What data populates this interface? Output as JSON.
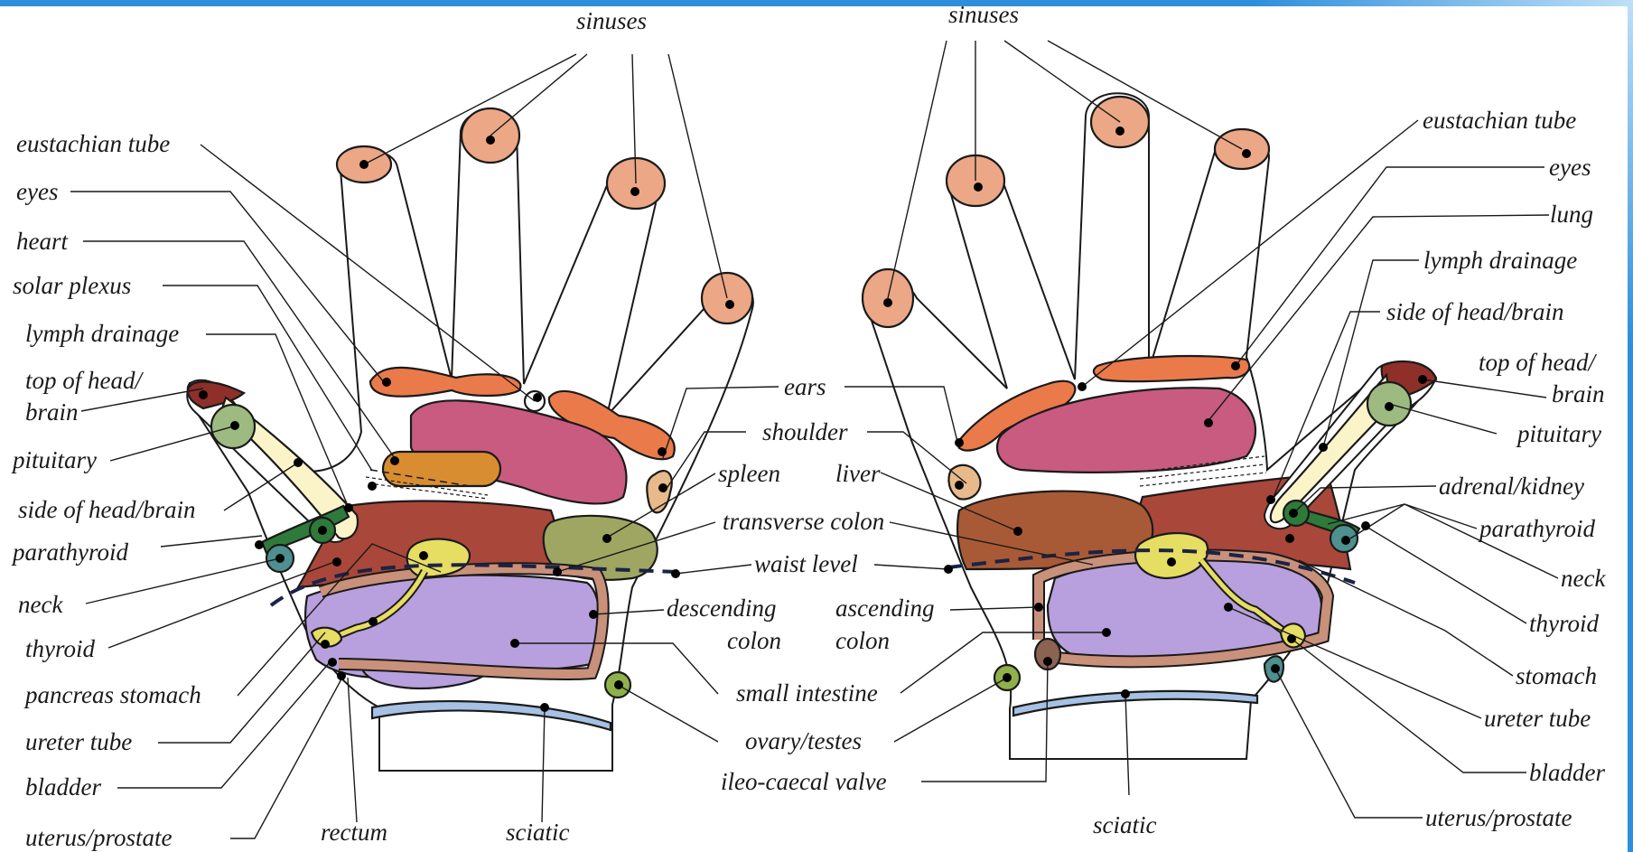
{
  "colors": {
    "sinus": "#eba786",
    "ears_eyes": "#ea7a4a",
    "lung": "#c85b7f",
    "heart": "#d98d31",
    "liver": "#a85a36",
    "stomach_region": "#a9473a",
    "top_of_head": "#8e2f2a",
    "pituitary": "#9dbb81",
    "side_of_head": "#fcf4c9",
    "spleen": "#9fa662",
    "shoulder": "#e8b98a",
    "thyroid": "#2f7a3a",
    "neck": "#4e8f8f",
    "pancreas": "#e6dd63",
    "intestine": "#b7a0dd",
    "colon": "#c9907a",
    "sciatic": "#a6c1e3",
    "ovary": "#8fb04a",
    "ileo": "#8a6351",
    "waist": "#1c2245"
  },
  "left_labels": {
    "sinuses": "sinuses",
    "eustachian_tube": "eustachian tube",
    "eyes": "eyes",
    "heart": "heart",
    "solar_plexus": "solar plexus",
    "lymph_drainage": "lymph drainage",
    "top_of_head_1": "top of head/",
    "top_of_head_2": "brain",
    "pituitary": "pituitary",
    "side_of_head": "side of head/brain",
    "parathyroid": "parathyroid",
    "neck": "neck",
    "thyroid": "thyroid",
    "pancreas_stomach": "pancreas stomach",
    "ureter_tube": "ureter tube",
    "bladder": "bladder",
    "uterus_prostate": "uterus/prostate",
    "rectum": "rectum",
    "sciatic": "sciatic"
  },
  "center_labels": {
    "ears": "ears",
    "shoulder": "shoulder",
    "spleen": "spleen",
    "liver": "liver",
    "transverse_colon": "transverse colon",
    "waist_level": "waist level",
    "descending_1": "descending",
    "descending_2": "colon",
    "ascending_1": "ascending",
    "ascending_2": "colon",
    "small_intestine": "small intestine",
    "ovary_testes": "ovary/testes",
    "ileo_caecal_valve": "ileo-caecal valve"
  },
  "right_labels": {
    "sinuses": "sinuses",
    "eustachian_tube": "eustachian tube",
    "eyes": "eyes",
    "lung": "lung",
    "lymph_drainage": "lymph drainage",
    "side_of_head": "side of head/brain",
    "top_of_head_1": "top of head/",
    "top_of_head_2": "brain",
    "pituitary": "pituitary",
    "adrenal_kidney": "adrenal/kidney",
    "parathyroid": "parathyroid",
    "neck": "neck",
    "thyroid": "thyroid",
    "stomach": "stomach",
    "ureter_tube": "ureter tube",
    "bladder": "bladder",
    "uterus_prostate": "uterus/prostate",
    "sciatic": "sciatic"
  }
}
